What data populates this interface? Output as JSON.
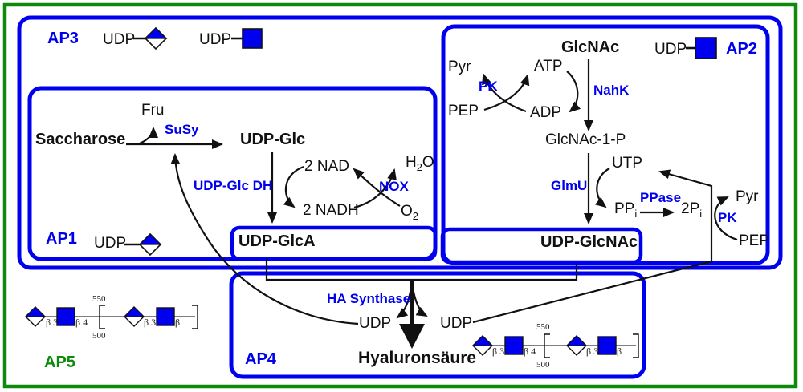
{
  "colors": {
    "accent_blue": "#0000ee",
    "accent_green": "#0b8a0b",
    "ink": "#111111"
  },
  "panels": {
    "ap1": "AP1",
    "ap2": "AP2",
    "ap3": "AP3",
    "ap4": "AP4",
    "ap5": "AP5"
  },
  "enzymes": {
    "susy": "SuSy",
    "udp_glc_dh": "UDP-Glc DH",
    "nox": "NOX",
    "pk": "PK",
    "nahk": "NahK",
    "glmu": "GlmU",
    "ppase": "PPase",
    "ha_synthase": "HA Synthase"
  },
  "metabolites": {
    "saccharose": "Saccharose",
    "fru": "Fru",
    "udp_glc": "UDP-Glc",
    "nad": "2 NAD",
    "nadh": "2 NADH",
    "h2o": {
      "base": "H",
      "sub": "2",
      "rest": "O"
    },
    "o2": {
      "base": "O",
      "sub": "2"
    },
    "udp_glca": "UDP-GlcA",
    "glcnac": "GlcNAc",
    "pyr": "Pyr",
    "atp": "ATP",
    "adp": "ADP",
    "pep": "PEP",
    "glcnac_1_p": "GlcNAc-1-P",
    "utp": "UTP",
    "ppi": {
      "base": "PP",
      "sub": "i"
    },
    "two_pi": {
      "base": "2P",
      "sub": "i"
    },
    "udp_glcnac": "UDP-GlcNAc",
    "udp": "UDP",
    "hyaluronsaeure": "Hyaluronsäure"
  },
  "glycan": {
    "upper_dp": "550",
    "lower_dp": "500",
    "beta3": "β 3",
    "beta4": "β 4",
    "beta": "β"
  }
}
